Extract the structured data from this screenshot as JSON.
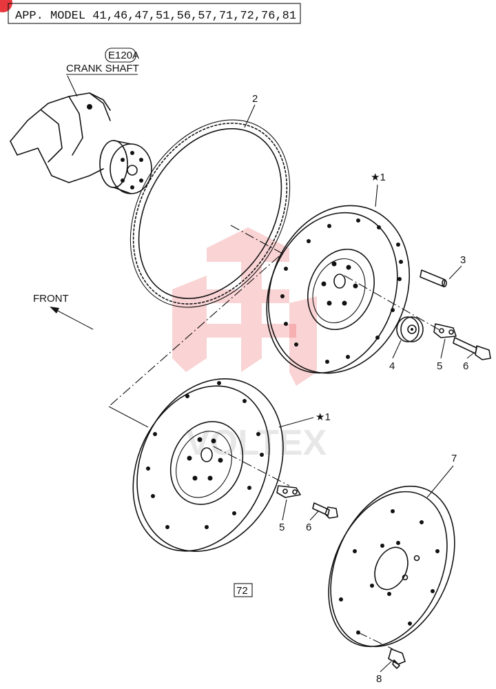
{
  "header": {
    "applicable_models": "APP. MODEL  41,46,47,51,56,57,71,72,76,81"
  },
  "reference": {
    "code": "E120A",
    "name": "CRANK  SHAFT"
  },
  "direction_label": "FRONT",
  "page_number": "72",
  "watermark": {
    "text": "VOLTEX"
  },
  "callouts": {
    "ring_gear": "2",
    "flywheel_upper": "★1",
    "pin": "3",
    "bearing": "4",
    "washer_upper": "5",
    "bolt_upper": "6",
    "flywheel_lower": "★1",
    "washer_lower": "5",
    "bolt_lower": "6",
    "drive_plate": "7",
    "plate_bolt": "8"
  },
  "colors": {
    "line": "#111111",
    "corner_marker": "#e8383d"
  }
}
